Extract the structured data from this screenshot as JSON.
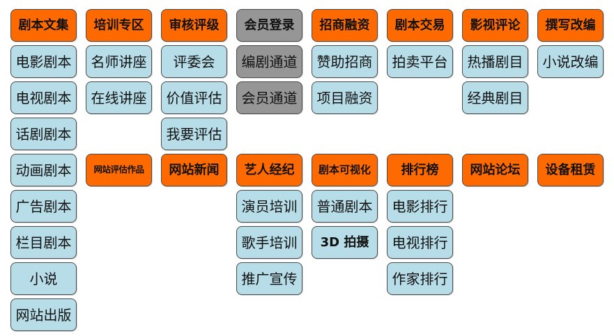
{
  "colors": {
    "header": "#ff6a00",
    "item": "#b7dde8",
    "disabled": "#969696"
  },
  "columns": [
    {
      "header": "剧本文集",
      "items": [
        {
          "label": "电影剧本"
        },
        {
          "label": "电视剧本"
        },
        {
          "label": "话剧剧本"
        },
        {
          "label": "动画剧本"
        },
        {
          "label": "广告剧本"
        },
        {
          "label": "栏目剧本"
        },
        {
          "label": "小说"
        },
        {
          "label": "网站出版"
        }
      ]
    },
    {
      "header": "培训专区",
      "items": [
        {
          "label": "名师讲座"
        },
        {
          "label": "在线讲座"
        }
      ],
      "header2": "网站评估作品",
      "header2_size": "small",
      "items2": []
    },
    {
      "header": "审核评级",
      "items": [
        {
          "label": "评委会"
        },
        {
          "label": "价值评估"
        },
        {
          "label": "我要评估"
        }
      ],
      "header2": "网站新闻",
      "items2": []
    },
    {
      "header": "会员登录",
      "header_style": "disabled",
      "items": [
        {
          "label": "编剧通道",
          "style": "disabled"
        },
        {
          "label": "会员通道",
          "style": "disabled"
        }
      ],
      "header2": "艺人经纪",
      "items2": [
        {
          "label": "演员培训"
        },
        {
          "label": "歌手培训"
        },
        {
          "label": "推广宣传"
        }
      ]
    },
    {
      "header": "招商融资",
      "items": [
        {
          "label": "赞助招商"
        },
        {
          "label": "项目融资"
        }
      ],
      "header2": "剧本可视化",
      "header2_size": "mid",
      "items2": [
        {
          "label": "普通剧本"
        },
        {
          "label": "3D 拍摄",
          "weight": "bold"
        }
      ]
    },
    {
      "header": "剧本交易",
      "items": [
        {
          "label": "拍卖平台"
        }
      ],
      "header2": "排行榜",
      "items2": [
        {
          "label": "电影排行"
        },
        {
          "label": "电视排行"
        },
        {
          "label": "作家排行"
        }
      ]
    },
    {
      "header": "影视评论",
      "items": [
        {
          "label": "热播剧目"
        },
        {
          "label": "经典剧目"
        }
      ],
      "header2": "网站论坛",
      "items2": []
    },
    {
      "header": "撰写改编",
      "items": [
        {
          "label": "小说改编"
        }
      ],
      "header2": "设备租赁",
      "items2": []
    }
  ]
}
